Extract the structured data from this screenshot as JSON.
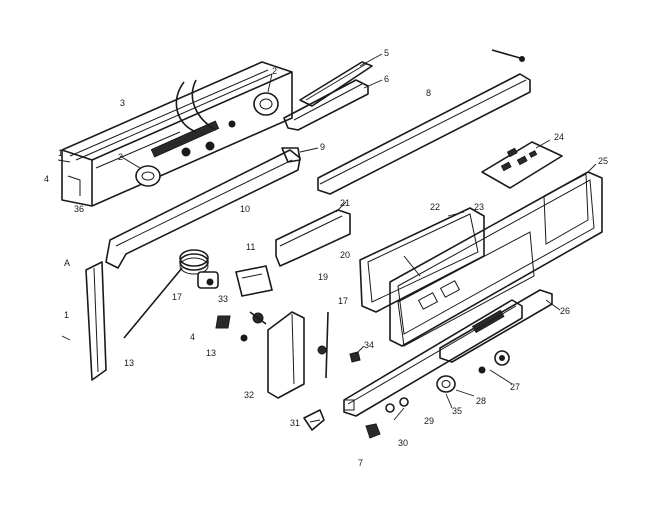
{
  "callouts": {
    "c1a": "1",
    "c1b": "1",
    "c2a": "2",
    "c2b": "2",
    "c3": "3",
    "c4a": "4",
    "c4b": "4",
    "c5": "5",
    "c6": "6",
    "c7": "7",
    "c8": "8",
    "c9": "9",
    "c10": "10",
    "c11": "11",
    "c13a": "13",
    "c13b": "13",
    "c17a": "17",
    "c17b": "17",
    "c19": "19",
    "c20": "20",
    "c21": "21",
    "c22": "22",
    "c23": "23",
    "c24": "24",
    "c25": "25",
    "c26": "26",
    "c27": "27",
    "c28": "28",
    "c29": "29",
    "c30": "30",
    "c31": "31",
    "c32": "32",
    "c33": "33",
    "c34": "34",
    "c35": "35",
    "c36": "36",
    "cA": "A"
  }
}
